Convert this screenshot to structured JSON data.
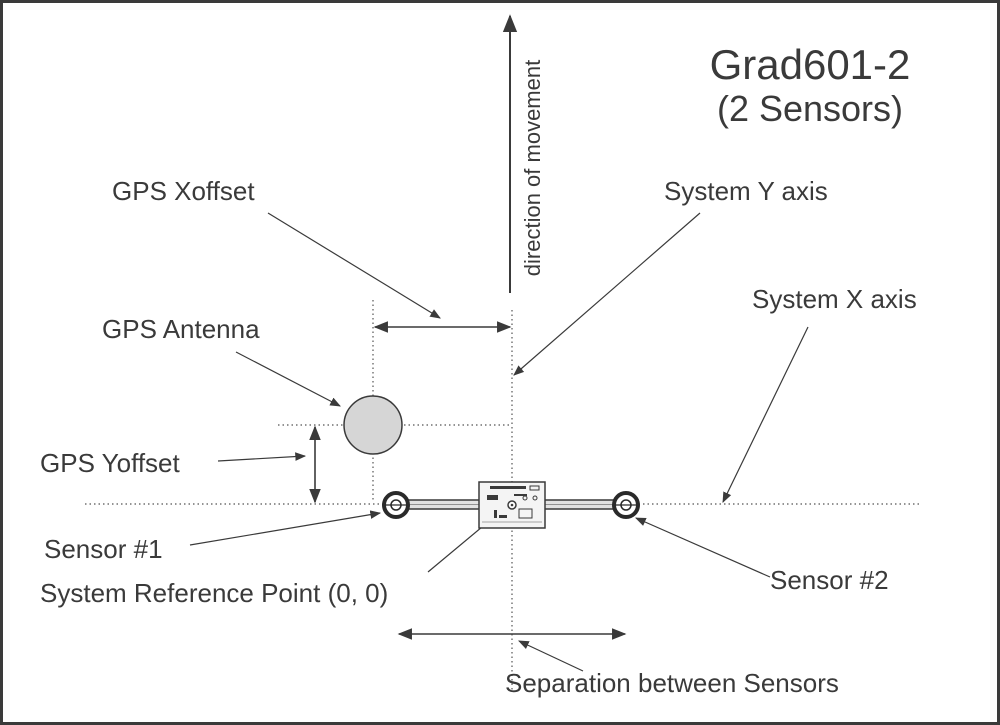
{
  "title": {
    "line1": "Grad601-2",
    "line2": "(2 Sensors)"
  },
  "labels": {
    "direction_of_movement": "direction of movement",
    "gps_xoffset": "GPS Xoffset",
    "system_y_axis": "System Y axis",
    "system_x_axis": "System X axis",
    "gps_antenna": "GPS Antenna",
    "gps_yoffset": "GPS Yoffset",
    "sensor_1": "Sensor #1",
    "system_reference_point": "System Reference Point (0, 0)",
    "sensor_2": "Sensor #2",
    "separation_between_sensors": "Separation between Sensors"
  },
  "colors": {
    "ink": "#3a3a3a",
    "antenna_fill": "#d6d6d6",
    "bar_fill": "#e2e2e2",
    "panel_fill": "#f4f4f4"
  }
}
